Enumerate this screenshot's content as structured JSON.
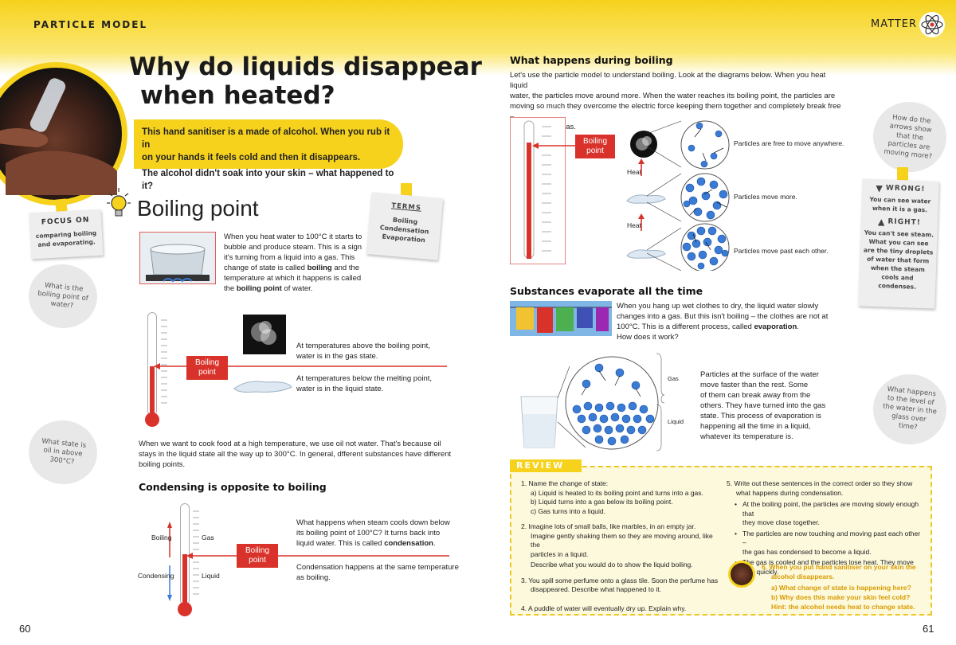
{
  "header": {
    "section_label": "PARTICLE MODEL",
    "right_label": "MATTER",
    "atom_icon": "atom-icon"
  },
  "left": {
    "title_line1": "Why do liquids disappear",
    "title_line2": "when heated?",
    "intro_line1": "This hand sanitiser is a made of alcohol. When you rub it in",
    "intro_line2": "on your hands it feels cold and then it disappears.",
    "intro_line3": "The alcohol didn't soak into your skin – what happened to it?",
    "heading_boiling": "Boiling point",
    "focus_on_title": "FOCUS ON",
    "focus_on_text": "comparing boiling and evaporating.",
    "terms_title": "TERMS",
    "terms": [
      "Boiling",
      "Condensation",
      "Evaporation"
    ],
    "bubble1": "What is the boiling point of water?",
    "bubble2": "What state is oil in above 300°C?",
    "boiling_para": [
      "When you heat water to 100°C it starts to",
      "bubble and produce steam. This is a sign",
      "it's turning from a liquid into a gas. This",
      "change of state is called",
      "boiling",
      " and the",
      "temperature at which it happens is called",
      "the",
      "boiling point",
      " of water."
    ],
    "boiling_tag": "Boiling point",
    "gas_state_line1": "At temperatures above the boiling point,",
    "gas_state_line2": "water is in the gas state.",
    "liquid_state_line1": "At temperatures below the melting point,",
    "liquid_state_line2": "water is in the liquid state.",
    "oil_para_line1": "When we want to cook food at a high temperature, we use oil not water. That's because oil",
    "oil_para_line2": "stays in the liquid state all the way up to 300°C. In general, dfferent substances have different",
    "oil_para_line3": "boiling points.",
    "condensing_heading": "Condensing is opposite to boiling",
    "cond_boiling": "Boiling",
    "cond_condensing": "Condensing",
    "cond_gas": "Gas",
    "cond_liquid": "Liquid",
    "cond_tag": "Boiling point",
    "cond_para_line1": "What happens when steam cools down below",
    "cond_para_line2": "its boiling point of 100°C? It turns back into",
    "cond_para_line3a": "liquid water. This is called ",
    "cond_para_line3b": "condensation",
    "cond_para_line3c": ".",
    "cond_para2_line1": "Condensation happens at the same temperature",
    "cond_para2_line2": "as boiling.",
    "page_number": "60"
  },
  "right": {
    "boiling_heading": "What happens during boiling",
    "boiling_intro_line1": "Let's use the particle model to understand boiling.  Look at the diagrams below. When you heat liquid",
    "boiling_intro_line2": "water, the particles move around more. When the water reaches its boiling point, the particles are",
    "boiling_intro_line3": "moving so much they overcome the electric force keeping them together and completely break free –",
    "boiling_intro_line4": "they become a gas.",
    "boiling_tag": "Boiling point",
    "heat1": "Heat",
    "heat2": "Heat",
    "caption1": "Particles are free to move anywhere.",
    "caption2": "Particles move more.",
    "caption3": "Particles move past each other.",
    "bubble_arrows": "How do the arrows show that the particles are moving more?",
    "wrong_title": "WRONG!",
    "wrong_text": "You can see water when it is a gas.",
    "right_title": "RIGHT!",
    "right_text": "You can't see steam. What you can see are the tiny droplets of water that form when the steam cools and condenses.",
    "evap_heading": "Substances evaporate all the time",
    "evap_line1": "When you hang up wet clothes to dry, the liquid water slowly",
    "evap_line2": "changes into a gas. But this isn't boiling – the clothes are not at",
    "evap_line3a": "100°C. This is a different process, called ",
    "evap_line3b": "evaporation",
    "evap_line3c": ".",
    "evap_line4": "How does it work?",
    "gas_label": "Gas",
    "liquid_label": "Liquid",
    "surface_para": [
      "Particles at the surface of the water",
      "move faster than the rest. Some",
      "of them can break away from the",
      "others. They have turned into the gas",
      "state. This process of evaporation is",
      "happening all the time in a liquid,",
      "whatever its temperature is."
    ],
    "bubble_glass": "What happens to the level of the water in the glass over time?",
    "review_title": "REVIEW",
    "q1": "1.  Name the change of state:",
    "q1a": "a)  Liquid is heated to its boiling point and turns into a gas.",
    "q1b": "b)  Liquid turns into a gas below its boiling point.",
    "q1c": "c)  Gas turns into a liquid.",
    "q2_line1": "2.  Imagine lots of small balls, like marbles, in an empty jar.",
    "q2_line2": "Imagine gently shaking them so they are moving around, like the",
    "q2_line3": "particles in a liquid.",
    "q2_line4": "Describe what you would do to show the liquid boiling.",
    "q3_line1": "3.  You spill some perfume onto a glass tile. Soon the perfume has",
    "q3_line2": "disappeared. Describe what happened to it.",
    "q4": "4.  A puddle of water will eventually dry up. Explain why.",
    "q5_line1": "5.  Write out these sentences in the correct order so they show",
    "q5_line2": "what happens during condensation.",
    "q5_b1_line1": "At the boiling point, the particles are moving slowly enough that",
    "q5_b1_line2": "they move close together.",
    "q5_b2_line1": "The particles are now touching and moving past each other –",
    "q5_b2_line2": "the gas has condensed to become a liquid.",
    "q5_b3_line1": "The gas is cooled and the particles lose heat. They move",
    "q5_b3_line2": "less quickly.",
    "q6_line1": "6.  When you put hand sanitiser on your skin the",
    "q6_line2": "alcohol disappears.",
    "q6a": "a)  What change of state is happening here?",
    "q6b": "b)  Why does this make your skin feel cold?",
    "q6_hint": "Hint: the alcohol needs heat to change state.",
    "page_number": "61"
  },
  "colors": {
    "brand_yellow": "#f6d21c",
    "thermometer_red": "#d9322b",
    "particle_blue": "#3a7bd5"
  }
}
